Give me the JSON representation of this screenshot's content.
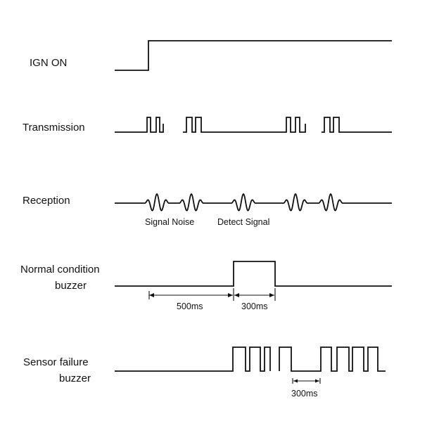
{
  "signals": {
    "ign_on": "IGN ON",
    "transmission": "Transmission",
    "reception": "Reception",
    "normal_line1": "Normal condition",
    "normal_line2": "buzzer",
    "failure_line1": "Sensor failure",
    "failure_line2": "buzzer"
  },
  "annotations": {
    "signal_noise": "Signal Noise",
    "detect_signal": "Detect Signal",
    "normal_delay": "500ms",
    "normal_on": "300ms",
    "failure_period": "300ms"
  }
}
